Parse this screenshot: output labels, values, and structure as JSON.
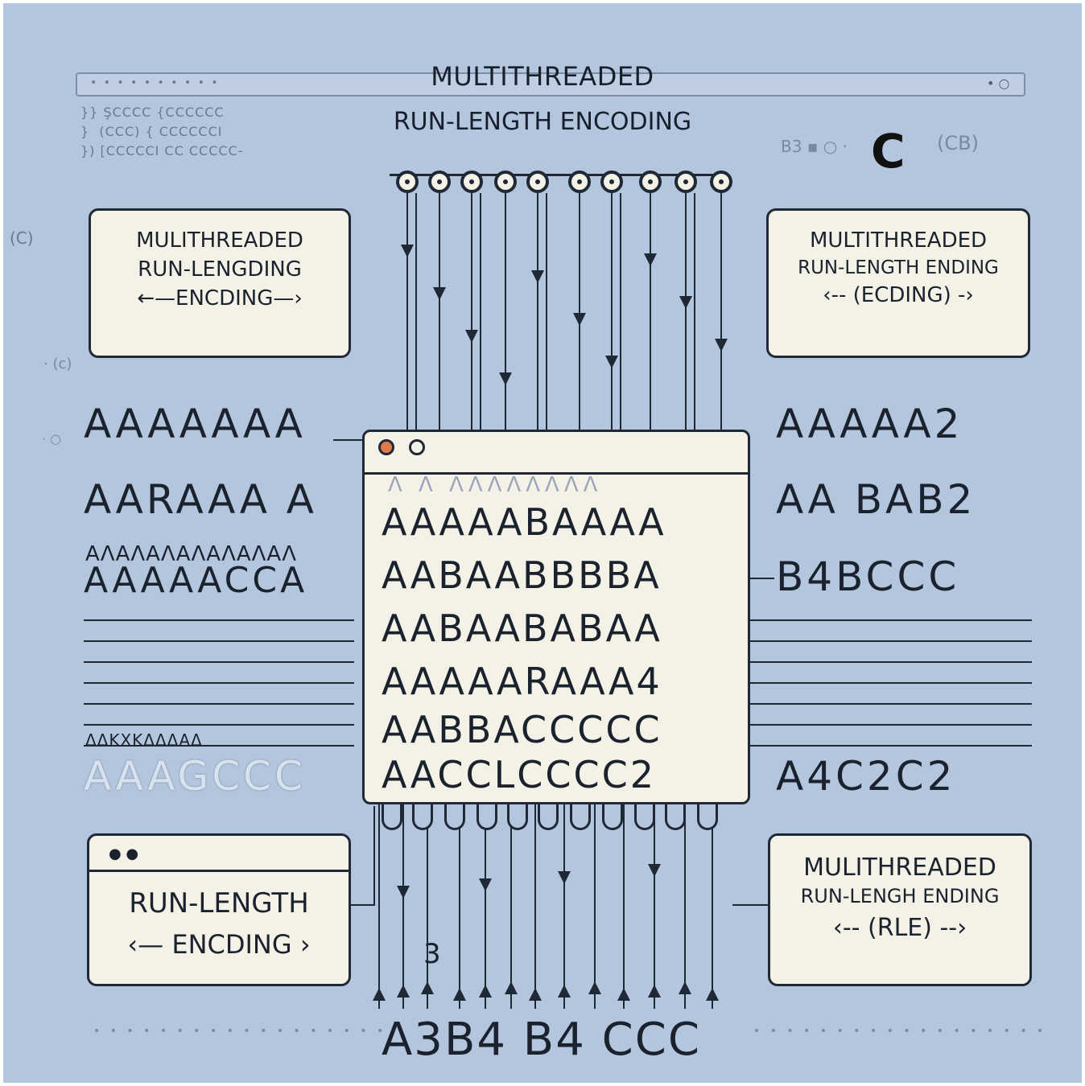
{
  "header": {
    "title_line1": "MULTITHREADED",
    "title_line2": "RUN-LENGTH ENCODING",
    "language_badge": "C"
  },
  "top_left_box": {
    "line1": "MULITHREADED",
    "line2": "RUN-LENGDING",
    "line3": "←—ENCDING—›"
  },
  "top_right_box": {
    "line1": "MULTITHREADED",
    "line2": "RUN-LENGTH ENDING",
    "line3": "‹-- (ECDING) -›"
  },
  "bottom_left_box": {
    "line1": "RUN-LENGTH",
    "line2": "‹— ENCDING ›"
  },
  "bottom_right_box": {
    "line1": "MULITHREADED",
    "line2": "RUN-LENGH ENDING",
    "line3": "‹-- (RLE) --›"
  },
  "left_sequences": [
    "AAAAAAA",
    "AARAAA A",
    "AAAAACCA",
    "AAAGCCC"
  ],
  "right_sequences": [
    "AAAAA2",
    "AA BAB2",
    "B4BCCC",
    "A4C2C2"
  ],
  "central_rows": [
    "AAAAABAAAA",
    "AABAABBBBA",
    "AABAABABAA",
    "AAAAARAAA4",
    "AABBACCCCC",
    "AACCLCCCC2"
  ],
  "bottom_output": "A3B4 B4  CCC",
  "colors": {
    "background": "#b4c5de",
    "panel": "#f4f1e6",
    "ink": "#1f2835"
  }
}
